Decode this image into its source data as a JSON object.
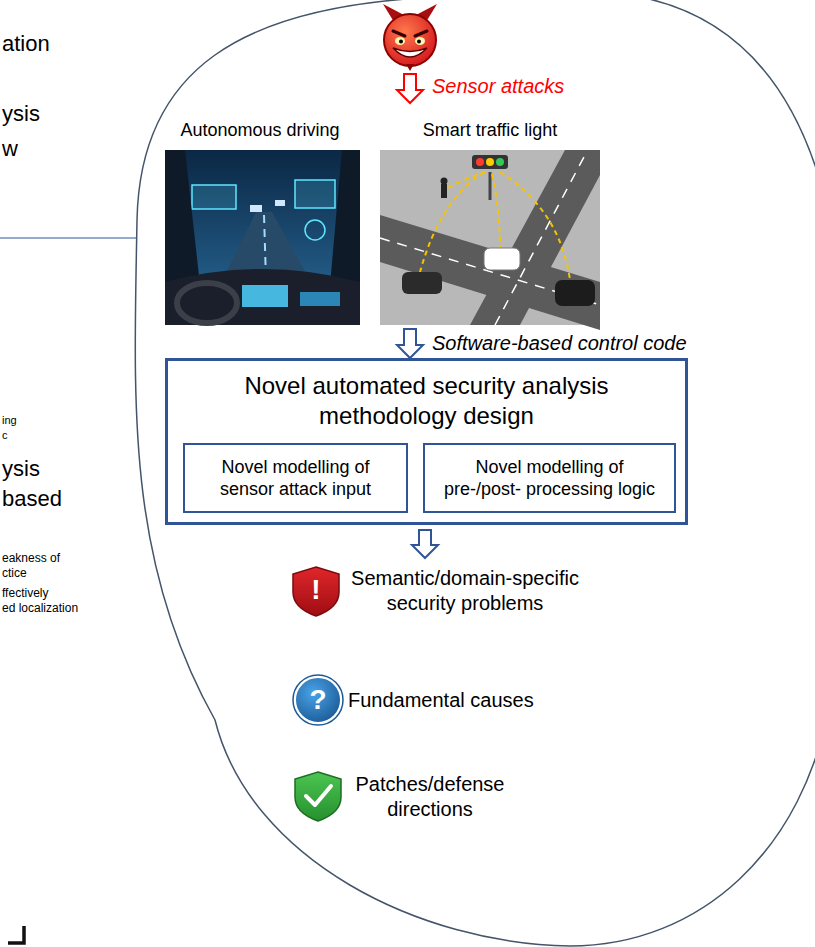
{
  "diagram": {
    "nodes": [
      {
        "text": [
          "Autonomous driving"
        ]
      },
      {
        "text": [
          "Smart traffic light"
        ]
      },
      {
        "text": [
          "Novel automated security analysis methodology design"
        ]
      },
      {
        "text": [
          "Novel modelling of sensor attack input"
        ],
        "in": 2
      },
      {
        "text": [
          "Novel modelling of pre-/post- processing logic"
        ],
        "in": 2
      }
    ],
    "edges": [
      {
        "from": 1,
        "to": 2,
        "arrow": "to",
        "label": "Software-based control code"
      }
    ],
    "labels": [
      "ation",
      "ysis",
      "w",
      "ing",
      "c",
      "ysis",
      "based",
      "eakness of",
      "ctice",
      "ffectively",
      "ed localization",
      "Sensor attacks",
      "!",
      "Semantic/domain-specific security problems",
      "?",
      "Fundamental causes",
      "Patches/defense directions"
    ]
  }
}
